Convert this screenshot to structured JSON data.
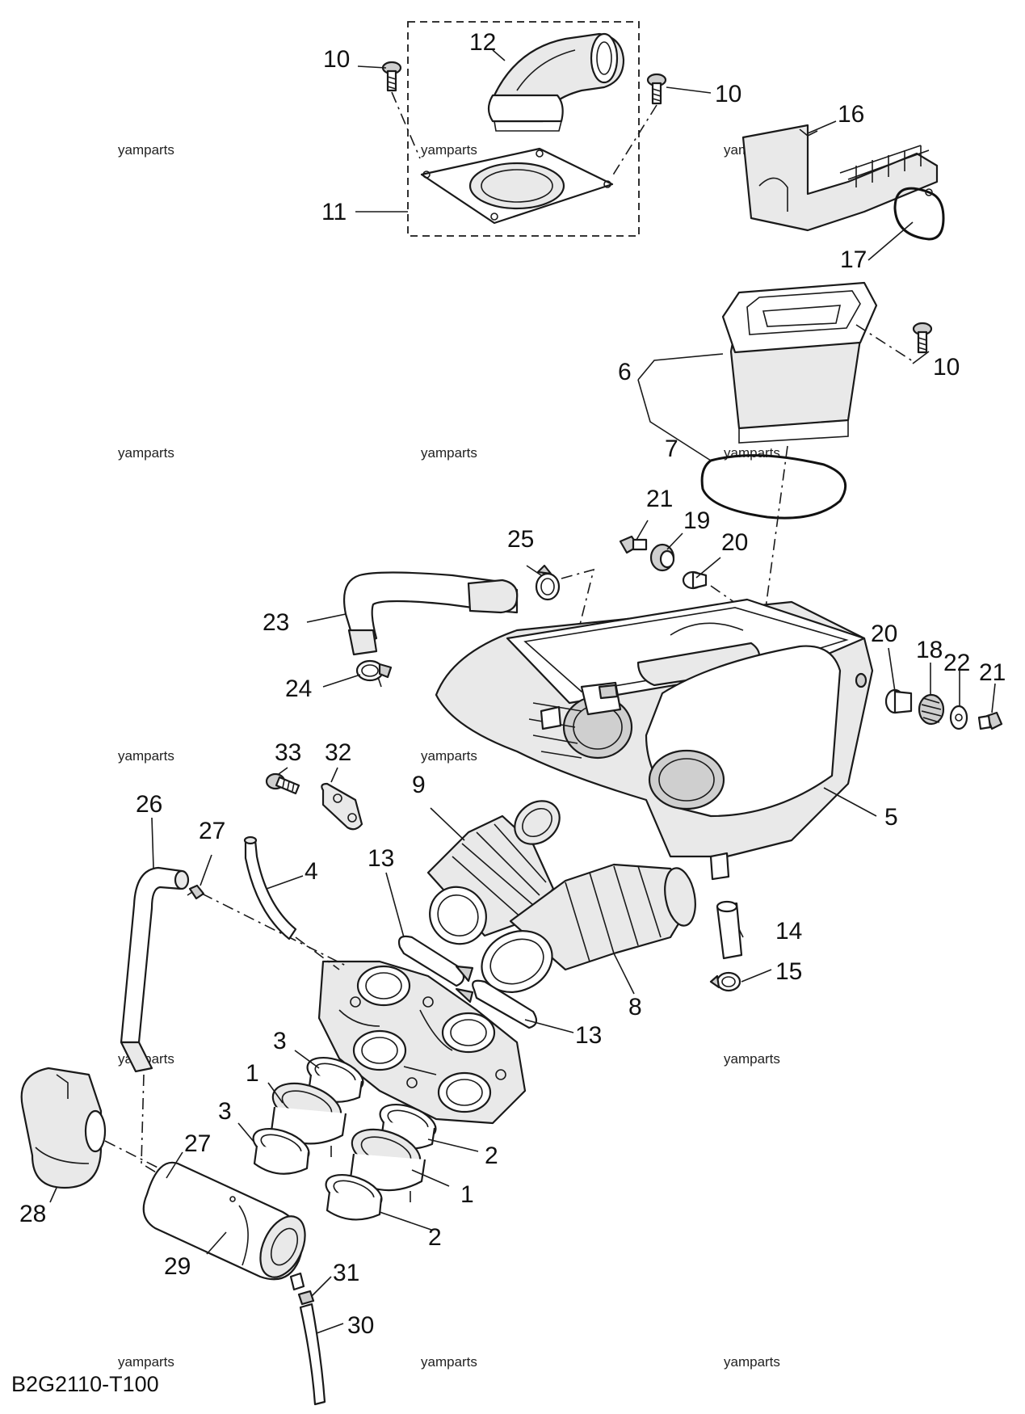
{
  "diagram": {
    "diagram_code": "B2G2110-T100",
    "watermark": "yamparts",
    "callouts": {
      "c1": "10",
      "c2": "12",
      "c3": "10",
      "c4": "16",
      "c5": "11",
      "c6": "17",
      "c7": "6",
      "c8": "10",
      "c9": "7",
      "c10": "21",
      "c11": "19",
      "c12": "20",
      "c13": "25",
      "c14": "23",
      "c15": "24",
      "c16": "20",
      "c17": "18",
      "c18": "22",
      "c19": "21",
      "c20": "33",
      "c21": "32",
      "c22": "9",
      "c23": "5",
      "c24": "26",
      "c25": "27",
      "c26": "4",
      "c27": "13",
      "c28": "14",
      "c29": "15",
      "c30": "8",
      "c31": "13",
      "c32": "3",
      "c33": "1",
      "c34": "3",
      "c35": "2",
      "c36": "27",
      "c37": "1",
      "c38": "28",
      "c39": "2",
      "c40": "29",
      "c41": "31",
      "c42": "30"
    }
  }
}
